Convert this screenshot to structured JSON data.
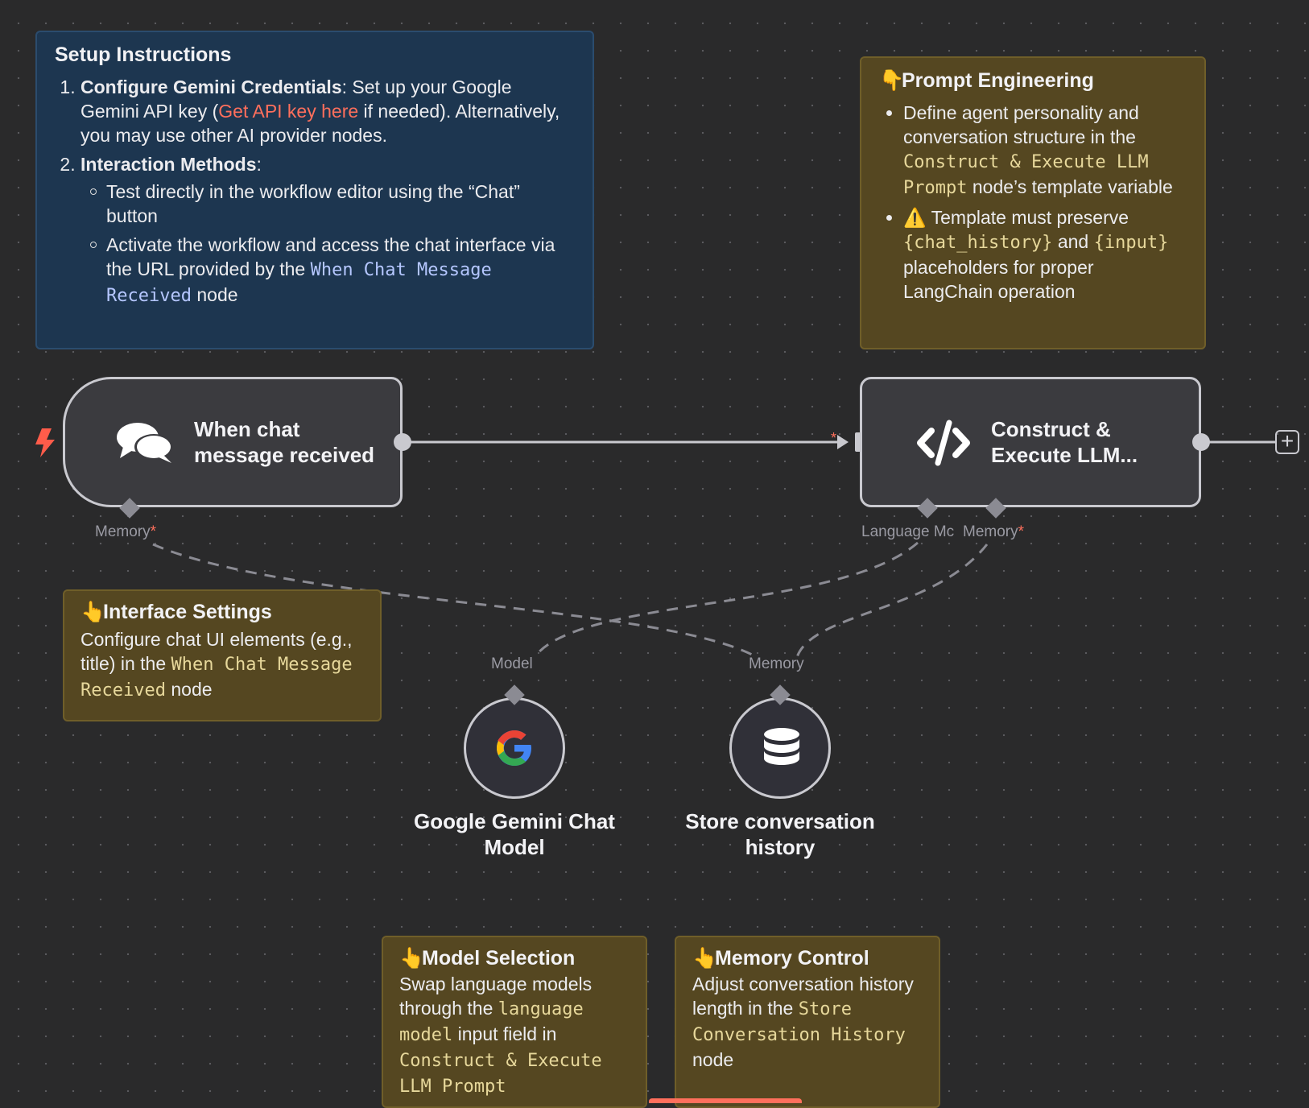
{
  "setup": {
    "title": "Setup Instructions",
    "step1_bold": "Configure Gemini Credentials",
    "step1_text_a": ": Set up your Google Gemini API key (",
    "step1_link": "Get API key here",
    "step1_text_b": " if needed). Alternatively, you may use other AI provider nodes.",
    "step2_bold": "Interaction Methods",
    "step2_colon": ":",
    "sub1": "Test directly in the workflow editor using the “Chat” button",
    "sub2_a": "Activate the workflow and access the chat interface via the URL provided by the ",
    "sub2_code": "When Chat Message Received",
    "sub2_b": " node"
  },
  "prompt_engineering": {
    "emoji": "👇",
    "title": "Prompt Engineering",
    "b1_a": "Define agent personality and conversation structure in the ",
    "b1_code": "Construct & Execute LLM Prompt",
    "b1_b": " node’s template variable",
    "b2_icon": "⚠️",
    "b2_a": " Template must preserve ",
    "b2_code1": "{chat_history}",
    "b2_and": " and ",
    "b2_code2": "{input}",
    "b2_b": " placeholders for proper LangChain operation"
  },
  "interface_settings": {
    "emoji": "👆",
    "title": "Interface Settings",
    "text_a": "Configure chat UI elements (e.g., title) in the ",
    "code": "When Chat Message Received",
    "text_b": " node"
  },
  "model_selection": {
    "emoji": "👆",
    "title": "Model Selection",
    "text_a": "Swap language models through the ",
    "code1": "language model",
    "text_b": " input field in ",
    "code2": "Construct & Execute LLM Prompt"
  },
  "memory_control": {
    "emoji": "👆",
    "title": "Memory Control",
    "text_a": "Adjust conversation history length in the ",
    "code": "Store Conversation History",
    "text_b": " node"
  },
  "nodes": {
    "trigger": {
      "title": "When chat message received",
      "icon": "chat-bubbles-icon",
      "port_label": "Memory",
      "port_required": "*"
    },
    "llm": {
      "title": "Construct & Execute LLM...",
      "icon": "code-brackets-icon",
      "port1_label": "Language Mc",
      "port2_label": "Memory",
      "port2_required": "*",
      "input_required": "*"
    },
    "gemini": {
      "label": "Google Gemini Chat Model",
      "icon": "google-g-icon",
      "port_label": "Model"
    },
    "memory": {
      "label": "Store conversation history",
      "icon": "database-icon",
      "port_label": "Memory"
    }
  },
  "colors": {
    "accent": "#ff6f5c",
    "canvas": "#2a2a2b",
    "sticky_yellow": "#554721",
    "sticky_blue": "#1d3650"
  }
}
